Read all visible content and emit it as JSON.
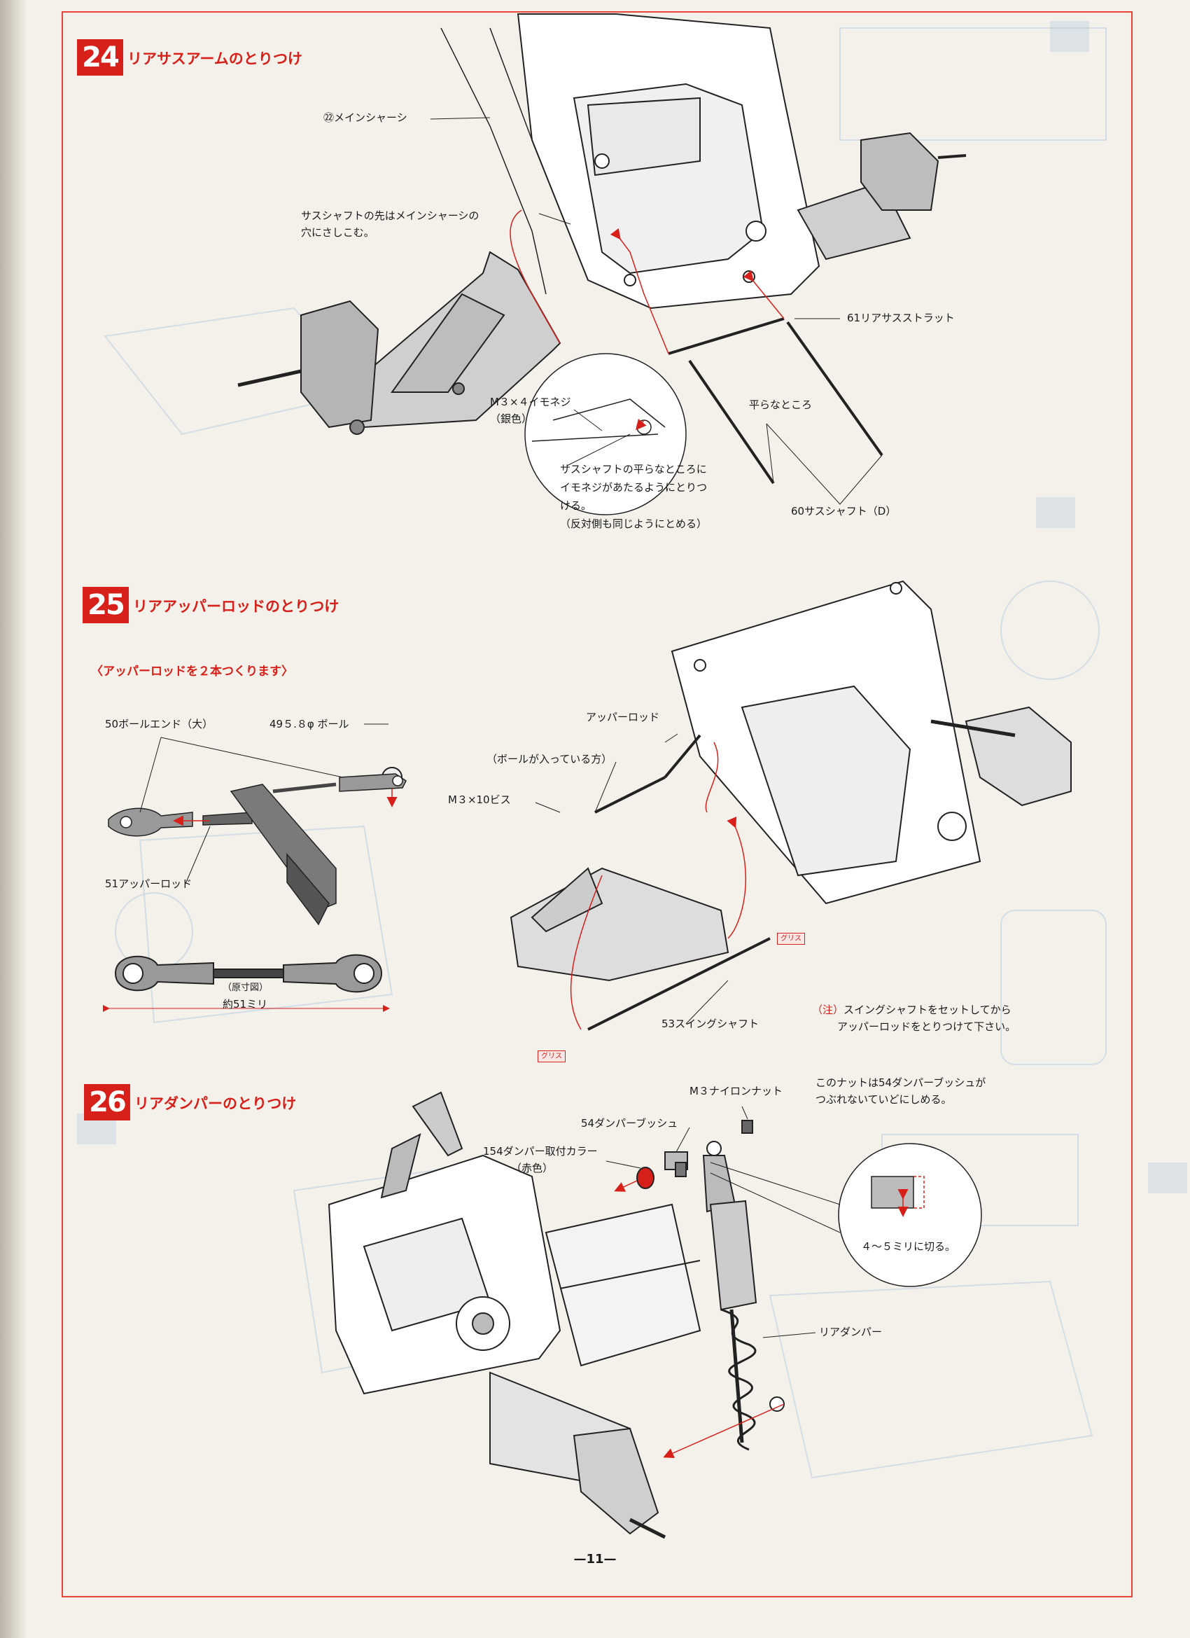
{
  "page_number": "—11—",
  "steps": [
    {
      "number": "24",
      "title": "リアサスアームのとりつけ",
      "labels": {
        "main_chassis": "㉒メインシャーシ",
        "shaft_note_1": "サスシャフトの先はメインシャーシの",
        "shaft_note_2": "穴にさしこむ。",
        "rear_strut": "61リアサスストラット",
        "screw_1": "M３×４イモネジ",
        "screw_2": "（銀色）",
        "flat": "平らなところ",
        "set_note_1": "サスシャフトの平らなところに",
        "set_note_2": "イモネジがあたるようにとりつ",
        "set_note_3": "ける。",
        "set_note_4": "（反対側も同じようにとめる）",
        "sus_shaft": "60サスシャフト（D）"
      }
    },
    {
      "number": "25",
      "title": "リアアッパーロッドのとりつけ",
      "labels": {
        "make_two": "〈アッパーロッドを２本つくります〉",
        "ball_end": "50ボールエンド（大）",
        "ball": "49５.８φ ボール",
        "upper_rod_part": "51アッパーロッド",
        "actual_size": "（原寸図）",
        "length": "約51ミリ",
        "upper_rod": "アッパーロッド",
        "ball_side": "（ボールが入っている方）",
        "screw": "M３×10ビス",
        "grease": "グリス",
        "swing_shaft": "53スイングシャフト",
        "note_mark": "（注）",
        "note_1": "スイングシャフトをセットしてから",
        "note_2": "アッパーロッドをとりつけて下さい。"
      }
    },
    {
      "number": "26",
      "title": "リアダンパーのとりつけ",
      "labels": {
        "nut_note_1": "このナットは54ダンパーブッシュが",
        "nut_note_2": "つぶれないていどにしめる。",
        "nylon_nut": "M３ナイロンナット",
        "bush": "54ダンパーブッシュ",
        "collar_1": "154ダンパー取付カラー",
        "collar_2": "（赤色）",
        "cut": "４～５ミリに切る。",
        "rear_damper": "リアダンパー"
      }
    }
  ]
}
